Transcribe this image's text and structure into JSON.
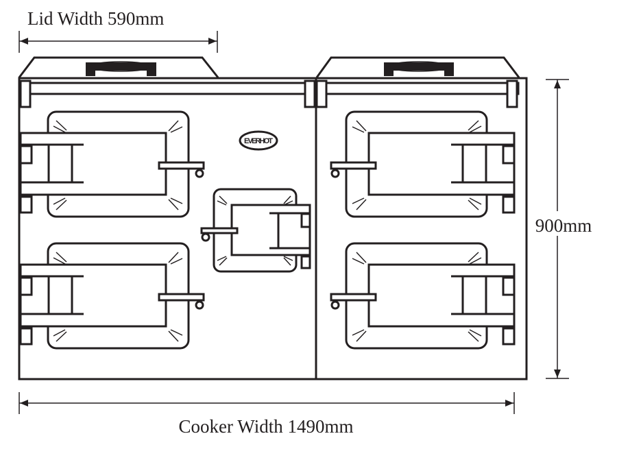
{
  "dimensions": {
    "lid_width": "Lid Width 590mm",
    "height": "900mm",
    "cooker_width": "Cooker Width 1490mm"
  },
  "brand": {
    "logo_text": "EVERHOT"
  },
  "colors": {
    "line": "#231f20",
    "background": "#ffffff"
  }
}
